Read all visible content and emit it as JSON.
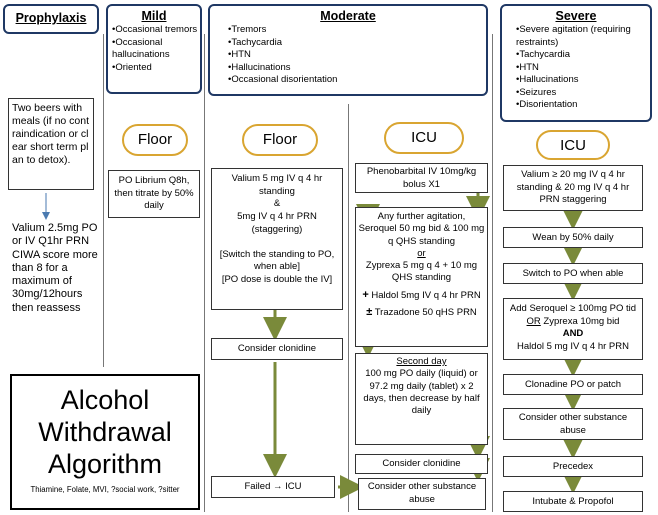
{
  "headers": {
    "prophylaxis": "Prophylaxis",
    "mild": {
      "title": "Mild",
      "items": [
        "Occasional tremors",
        "Occasional hallucinations",
        "Oriented"
      ]
    },
    "moderate": {
      "title": "Moderate",
      "items": [
        "Tremors",
        "Tachycardia",
        "HTN",
        "Hallucinations",
        "Occasional disorientation"
      ]
    },
    "severe": {
      "title": "Severe",
      "items": [
        "Severe agitation (requiring restraints)",
        "Tachycardia",
        "HTN",
        "Hallucinations",
        "Seizures",
        "Disorientation"
      ]
    }
  },
  "prophylaxis": {
    "beers": "Two beers with meals (if no contraindication or clear short term plan to detox).",
    "valium": "Valium 2.5mg PO or IV Q1hr PRN CIWA score more than 8 for a maximum of 30mg/12hours then reassess"
  },
  "mild": {
    "location": "Floor",
    "librium": "PO Librium Q8h, then titrate by 50% daily"
  },
  "moderate_floor": {
    "location": "Floor",
    "valium_line1": "Valium 5 mg IV q 4 hr standing",
    "amp": "&",
    "valium_line2": "5mg IV q 4 hr PRN (staggering)",
    "switch_note": "[Switch the standing to PO, when able]",
    "po_note": "[PO dose is double the IV]",
    "clonidine": "Consider clonidine",
    "failed": "Failed → ICU"
  },
  "moderate_icu": {
    "location": "ICU",
    "phenobarbital": "Phenobarbital IV 10mg/kg bolus X1",
    "further": "Any further agitation, Seroquel 50 mg bid & 100 mg q QHS standing",
    "or": "or",
    "zyprexa": "Zyprexa 5 mg q 4 + 10 mg QHS standing",
    "plus": "+",
    "haldol": "Haldol 5mg IV q 4 hr PRN",
    "plusminus": "±",
    "trazadone": "Trazadone 50 qHS PRN",
    "second_day_title": "Second day",
    "second_day": "100 mg PO daily (liquid) or 97.2 mg daily (tablet) x 2 days, then decrease by half daily",
    "clonidine": "Consider clonidine",
    "other": "Consider other substance abuse"
  },
  "severe_icu": {
    "location": "ICU",
    "valium": "Valium ≥ 20 mg IV q 4 hr standing & 20 mg IV q 4 hr PRN staggering",
    "wean": "Wean by 50% daily",
    "switch": "Switch to PO when able",
    "add_seroquel": "Add Seroquel ≥ 100mg PO tid",
    "or_text": "OR",
    "zyprexa_text": "Zyprexa 10mg bid",
    "and_text": "AND",
    "haldol": "Haldol 5 mg IV q 4 hr PRN",
    "clonadine": "Clonadine PO or patch",
    "other": "Consider other substance abuse",
    "precedex": "Precedex",
    "intubate": "Intubate & Propofol"
  },
  "title": {
    "line1": "Alcohol",
    "line2": "Withdrawal",
    "line3": "Algorithm",
    "sub": "Thiamine, Folate, MVI, ?social work, ?sitter"
  },
  "colors": {
    "arrow": "#7a8a3a",
    "header_border": "#1f3864",
    "pill_border": "#d9a531"
  }
}
